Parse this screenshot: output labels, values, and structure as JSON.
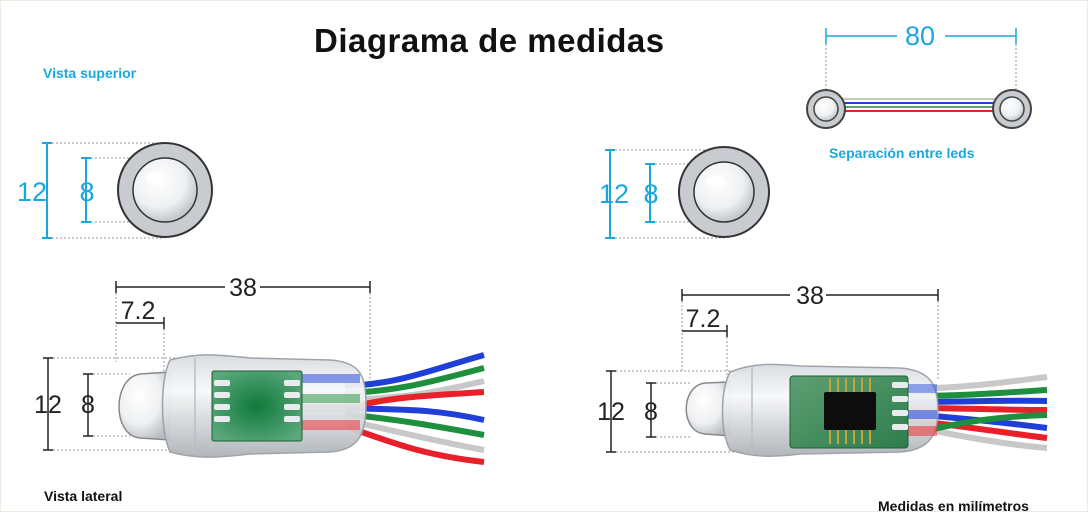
{
  "title": "Diagrama de medidas",
  "labels": {
    "top_view": "Vista superior",
    "spacing": "Separación entre leds",
    "side_view": "Vista lateral",
    "units": "Medidas en milímetros"
  },
  "dimensions": {
    "spacing": "80",
    "outer_diameter": "12",
    "inner_diameter": "8",
    "total_length": "38",
    "lens_length": "7.2",
    "body_height": "12",
    "lens_height": "8"
  },
  "colors": {
    "dimension_blue": "#1aa7e0",
    "wire_red": "#e8202a",
    "wire_green": "#1e8f3c",
    "wire_blue": "#1f3fd6",
    "wire_white": "#c8c8c8",
    "pcb_green": "#2f8f55"
  }
}
